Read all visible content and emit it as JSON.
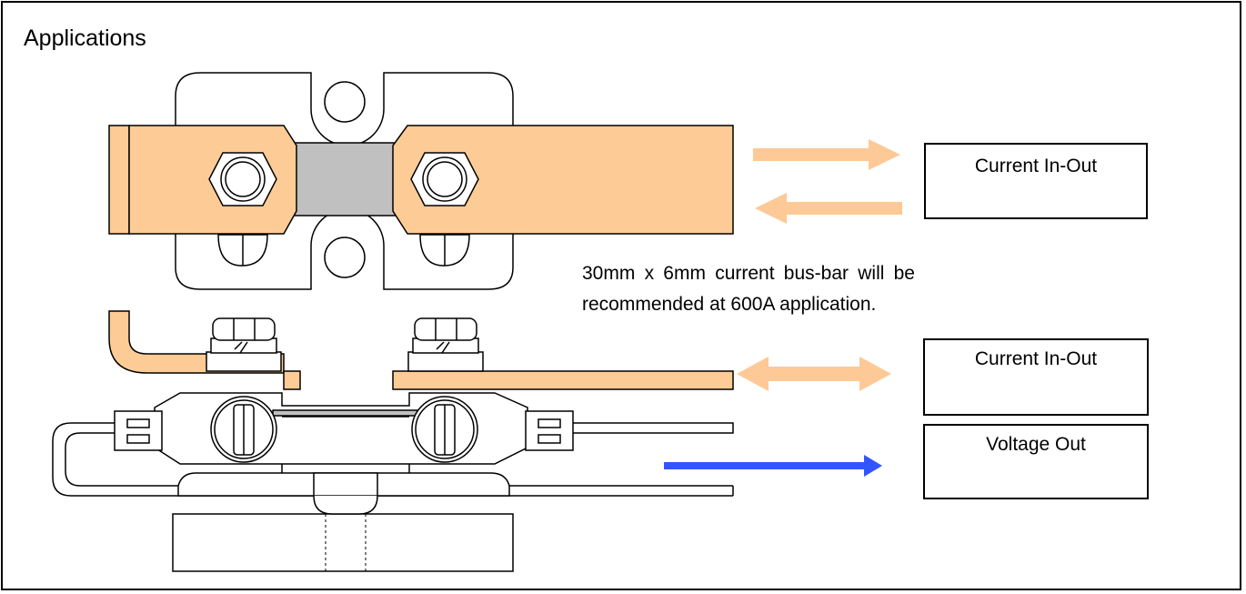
{
  "title": "Applications",
  "labels": {
    "current_in_out_top": "Current In-Out",
    "current_in_out_bottom": "Current In-Out",
    "voltage_out": "Voltage Out"
  },
  "note": "30mm x 6mm current bus-bar will be recommended at 600A application.",
  "colors": {
    "copper": "#fdcb95",
    "copper_arrow": "#fdc996",
    "shunt_element": "#c0c0c0",
    "voltage_arrow": "#3355ff",
    "outline": "#000000"
  }
}
